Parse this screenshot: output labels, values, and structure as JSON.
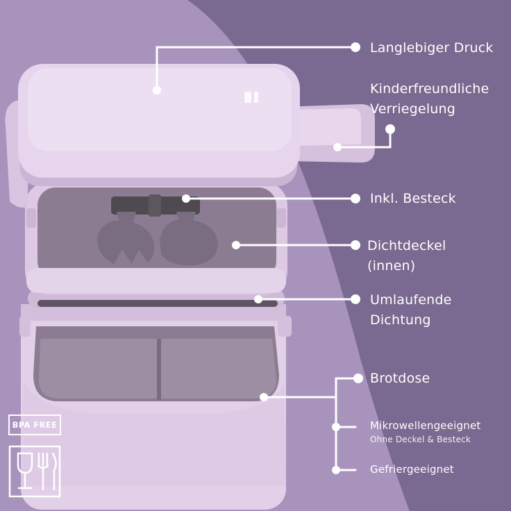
{
  "callouts": {
    "druck": "Langlebiger Druck",
    "verriegelung_1": "Kinderfreundliche",
    "verriegelung_2": "Verriegelung",
    "besteck": "Inkl. Besteck",
    "dichtdeckel_1": "Dichtdeckel",
    "dichtdeckel_2": "(innen)",
    "dichtung_1": "Umlaufende",
    "dichtung_2": "Dichtung",
    "brotdose": "Brotdose",
    "mikrowelle": "Mikrowellengeeignet",
    "mikrowelle_note": "Ohne Deckel & Besteck",
    "gefrier": "Gefriergeeignet"
  },
  "badge": {
    "bpa_free": "BPA FREE"
  },
  "icons": {
    "food_safe": "glass-fork-icon"
  },
  "colors": {
    "background_left": "#a893bd",
    "background_right": "#7a6990",
    "product_lilac": "#e0cde6",
    "product_inner": "#8f7f95",
    "callout_line": "#ffffff"
  }
}
